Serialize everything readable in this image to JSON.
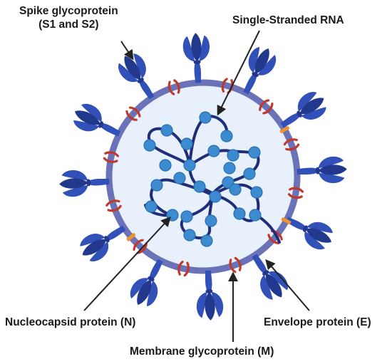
{
  "labels": {
    "spike_line1": "Spike glycoprotein",
    "spike_line2": "(S1 and S2)",
    "rna": "Single-Stranded RNA",
    "nucleocapsid": "Nucleocapsid protein (N)",
    "envelope": "Envelope protein (E)",
    "membrane": "Membrane glycoprotein (M)"
  },
  "colors": {
    "envelope_ring": "#6a72b8",
    "interior": "#e8f1fb",
    "spike": "#3150b8",
    "spike_dark": "#22388c",
    "membrane_protein": "#c0392b",
    "envelope_protein": "#f0922e",
    "rna_strand": "#1f2d7a",
    "nucleocapsid": "#3c8ad0",
    "arrow": "#222222"
  },
  "icons": [
    "spike-icon",
    "membrane-protein-icon",
    "envelope-protein-icon",
    "nucleocapsid-icon",
    "rna-strand-icon",
    "arrow-icon"
  ]
}
